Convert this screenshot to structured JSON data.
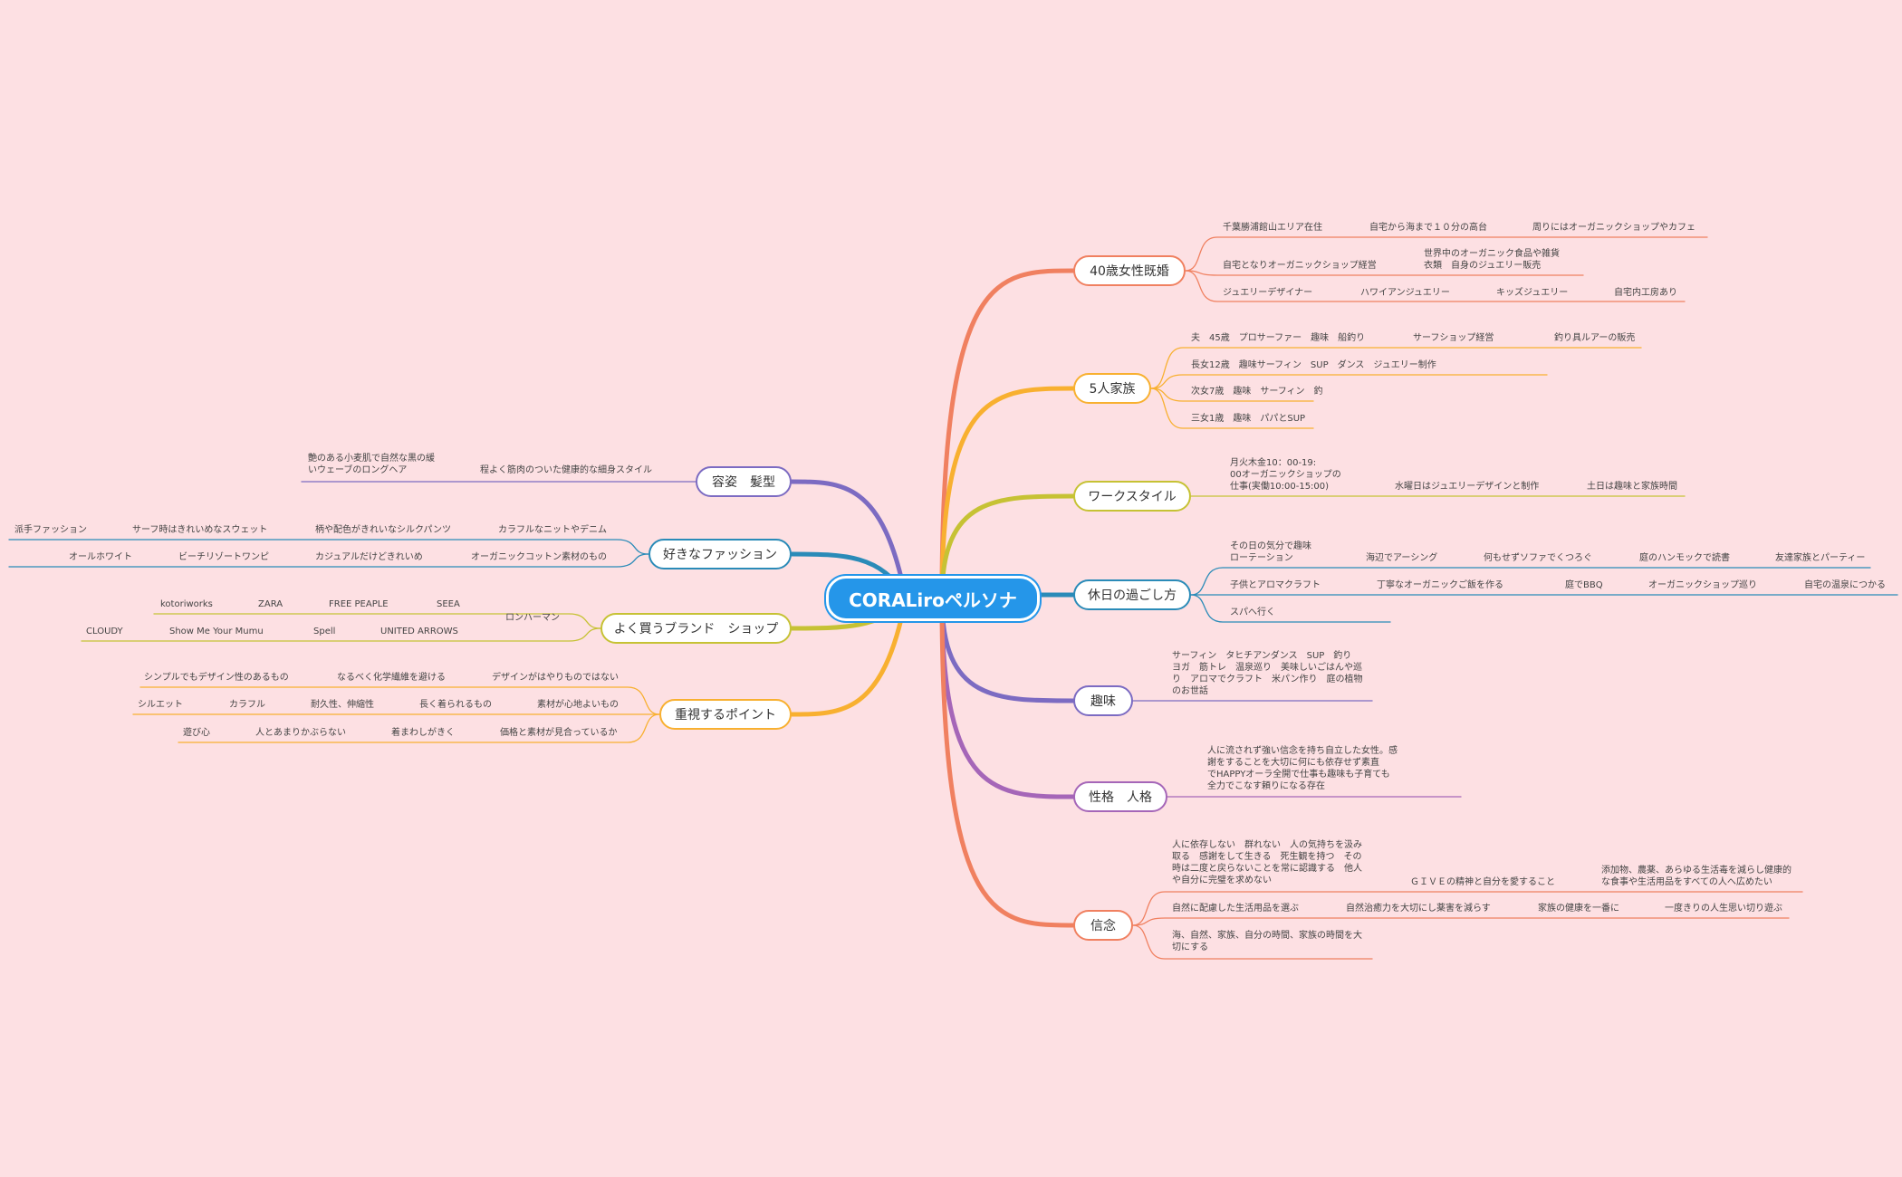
{
  "central": "CORALiroペルソナ",
  "colors": {
    "background": "#fde0e3",
    "central": "#2596e9",
    "orange_red": "#f08060",
    "orange": "#f8b030",
    "olive": "#c6c234",
    "blue": "#2a8bb8",
    "purple": "#7c6bc2",
    "violet": "#a566b8"
  },
  "right": {
    "b0": {
      "label": "40歳女性既婚",
      "leaves": [
        "千葉勝浦館山エリア在住",
        "自宅から海まで１０分の高台",
        "周りにはオーガニックショップやカフェ",
        "自宅となりオーガニックショップ経営",
        "世界中のオーガニック食品や雑貨\n衣類　自身のジュエリー販売",
        "ジュエリーデザイナー",
        "ハワイアンジュエリー",
        "キッズジュエリー",
        "自宅内工房あり"
      ]
    },
    "b1": {
      "label": "5人家族",
      "leaves": [
        "夫　45歳　プロサーファー　趣味　船釣り",
        "サーフショップ経営",
        "釣り具ルアーの販売",
        "長女12歳　趣味サーフィン　SUP　ダンス　ジュエリー制作",
        "次女7歳　趣味　サーフィン　釣",
        "三女1歳　趣味　パパとSUP"
      ]
    },
    "b2": {
      "label": "ワークスタイル",
      "leaves": [
        "月火木金10：00-19:\n00オーガニックショップの\n仕事(実働10:00-15:00)",
        "水曜日はジュエリーデザインと制作",
        "土日は趣味と家族時間"
      ]
    },
    "b3": {
      "label": "休日の過ごし方",
      "leaves": [
        "その日の気分で趣味\nローテーション",
        "海辺でアーシング",
        "何もせずソファでくつろぐ",
        "庭のハンモックで読書",
        "友達家族とパーティー",
        "子供とアロマクラフト",
        "丁寧なオーガニックご飯を作る",
        "庭でBBQ",
        "オーガニックショップ巡り",
        "自宅の温泉につかる",
        "スパへ行く"
      ]
    },
    "b4": {
      "label": "趣味",
      "leaves": [
        "サーフィン　タヒチアンダンス　SUP　釣り\nヨガ　筋トレ　温泉巡り　美味しいごはんや巡\nり　アロマでクラフト　米パン作り　庭の植物\nのお世話"
      ]
    },
    "b5": {
      "label": "性格　人格",
      "leaves": [
        "人に流されず強い信念を持ち自立した女性。感\n謝をすることを大切に何にも依存せず素直\nでHAPPYオーラ全開で仕事も趣味も子育ても\n全力でこなす頼りになる存在"
      ]
    },
    "b6": {
      "label": "信念",
      "leaves": [
        "人に依存しない　群れない　人の気持ちを汲み\n取る　感謝をして生きる　死生観を持つ　その\n時は二度と戻らないことを常に認識する　他人\nや自分に完璧を求めない",
        "ＧＩＶＥの精神と自分を愛すること",
        "添加物、農薬、あらゆる生活毒を減らし健康的\nな食事や生活用品をすべての人へ広めたい",
        "自然に配慮した生活用品を選ぶ",
        "自然治癒力を大切にし薬害を減らす",
        "家族の健康を一番に",
        "一度きりの人生思い切り遊ぶ",
        "海、自然、家族、自分の時間、家族の時間を大\n切にする"
      ]
    }
  },
  "left": {
    "b0": {
      "label": "容姿　髪型",
      "leaves": [
        "程よく筋肉のついた健康的な細身スタイル",
        "艶のある小麦肌で自然な黒の緩\nいウェーブのロングヘア"
      ]
    },
    "b1": {
      "label": "好きなファッション",
      "leaves": [
        "カラフルなニットやデニム",
        "柄や配色がきれいなシルクパンツ",
        "サーフ時はきれいめなスウェット",
        "派手ファッション",
        "オーガニックコットン素材のもの",
        "カジュアルだけどきれいめ",
        "ビーチリゾートワンピ",
        "オールホワイト"
      ]
    },
    "b2": {
      "label": "よく買うブランド　ショップ",
      "leaves": [
        "ロンハーマン",
        "SEEA",
        "FREE PEAPLE",
        "ZARA",
        "kotoriworks",
        "UNITED ARROWS",
        "Spell",
        "Show Me Your Mumu",
        "CLOUDY"
      ]
    },
    "b3": {
      "label": "重視するポイント",
      "leaves": [
        "デザインがはやりものではない",
        "なるべく化学繊維を避ける",
        "シンプルでもデザイン性のあるもの",
        "素材が心地よいもの",
        "長く着られるもの",
        "耐久性、伸縮性",
        "カラフル",
        "シルエット",
        "価格と素材が見合っているか",
        "着まわしがきく",
        "人とあまりかぶらない",
        "遊び心"
      ]
    }
  }
}
